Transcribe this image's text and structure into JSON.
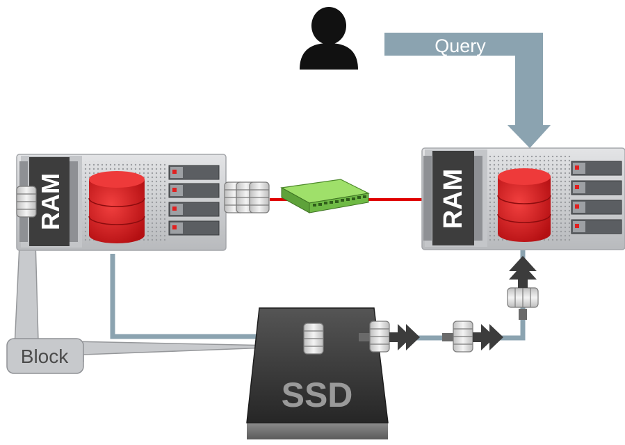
{
  "labels": {
    "query": "Query",
    "left_ram": "RAM",
    "right_ram": "RAM",
    "ssd": "SSD",
    "block": "Block"
  },
  "colors": {
    "connector_blue": "#8ba3b0",
    "database_red": "#d9191c",
    "network_red": "#e00000",
    "switch_green": "#7ec850",
    "server_gray": "#c9cbcd",
    "ram_dark": "#3f3f3f"
  },
  "icons": [
    "user-icon",
    "database-icon",
    "network-switch-icon",
    "ssd-drive-icon",
    "memory-block-icon",
    "arrow-icon"
  ]
}
